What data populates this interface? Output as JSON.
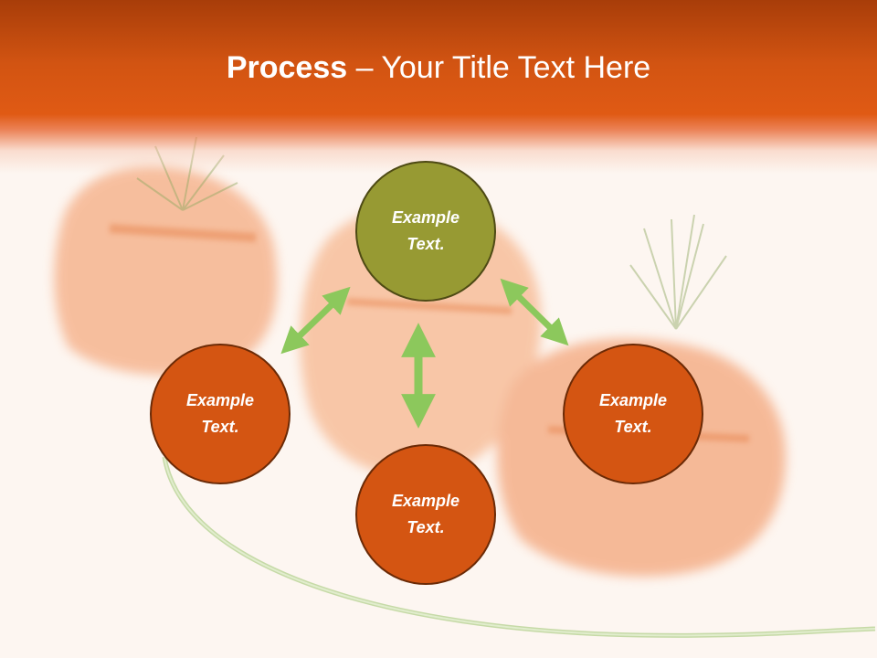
{
  "slide": {
    "title_bold": "Process",
    "title_rest": " – Your Title Text Here"
  },
  "nodes": {
    "top": {
      "line1": "Example",
      "line2": "Text."
    },
    "left": {
      "line1": "Example",
      "line2": "Text."
    },
    "right": {
      "line1": "Example",
      "line2": "Text."
    },
    "bottom": {
      "line1": "Example",
      "line2": "Text."
    }
  },
  "colors": {
    "title_band": "#d25412",
    "node_orange": "#d45512",
    "node_olive": "#979a33",
    "arrow_green": "#8cc85c",
    "background": "#fdf6f1"
  }
}
